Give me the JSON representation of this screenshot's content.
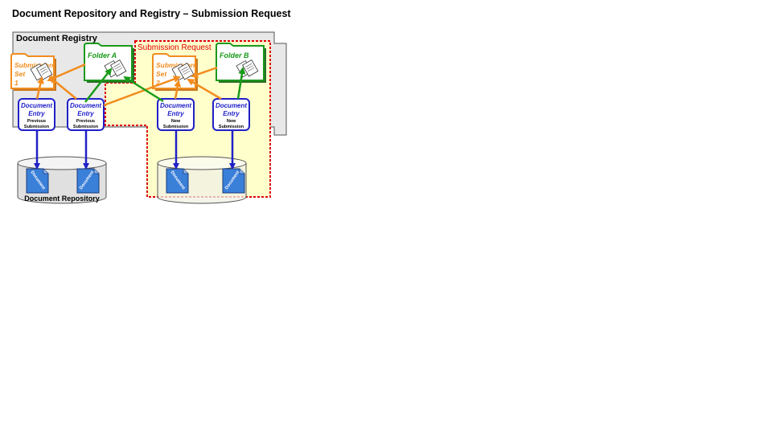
{
  "page": {
    "title": "Document Repository and Registry – Submission Request"
  },
  "diagram": {
    "registry_label": "Document Registry",
    "submission_request_label": "Submission Request",
    "repository_label": "Document Repository",
    "submission_sets": [
      {
        "lines": [
          "Submission",
          "Set",
          "1"
        ]
      },
      {
        "lines": [
          "Submission",
          "Set",
          "2"
        ]
      }
    ],
    "folders": [
      {
        "label": "Folder  A"
      },
      {
        "label": "Folder  B"
      }
    ],
    "document_entries": [
      {
        "title": [
          "Document",
          "Entry"
        ],
        "subtitle": [
          "Previous",
          "Submission"
        ]
      },
      {
        "title": [
          "Document",
          "Entry"
        ],
        "subtitle": [
          "Previous",
          "Submission"
        ]
      },
      {
        "title": [
          "Document",
          "Entry"
        ],
        "subtitle": [
          "New",
          "Submission"
        ]
      },
      {
        "title": [
          "Document",
          "Entry"
        ],
        "subtitle": [
          "New",
          "Submission"
        ]
      }
    ],
    "document_icon_label": "Document",
    "colors": {
      "submission_set": "#f28c1e",
      "folder": "#1a9a1a",
      "entry": "#2020c8",
      "request_border": "#e00000",
      "request_fill": "#ffffcc",
      "registry_fill": "#e8e8e8",
      "document_fill": "#3a7fd8"
    }
  }
}
